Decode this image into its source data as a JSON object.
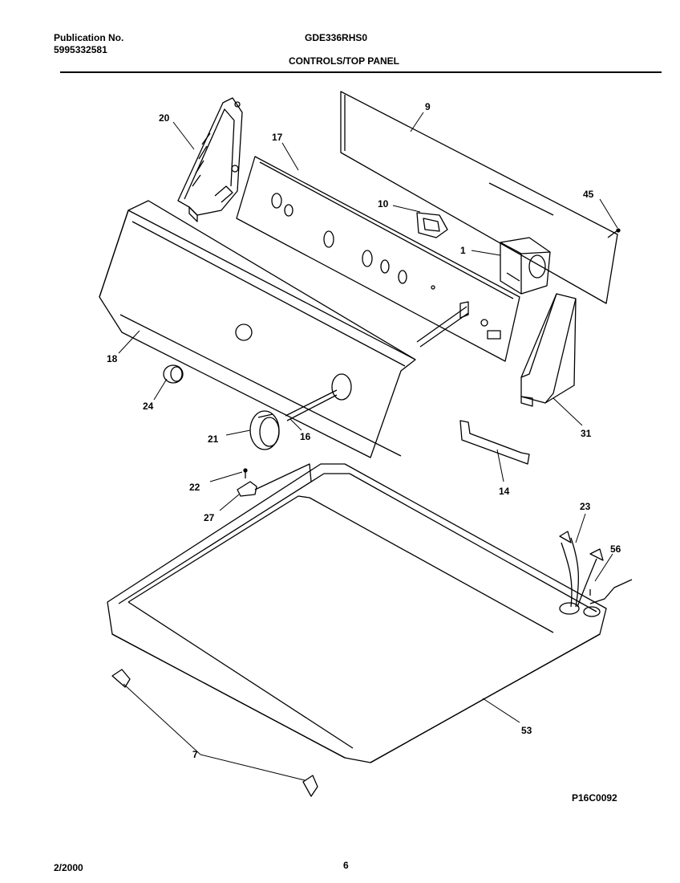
{
  "header": {
    "publication_label": "Publication No.",
    "publication_number": "5995332581",
    "model": "GDE336RHS0",
    "section_title": "CONTROLS/TOP PANEL"
  },
  "diagram": {
    "reference_code": "P16C0092",
    "callouts": [
      "20",
      "9",
      "17",
      "10",
      "45",
      "1",
      "18",
      "24",
      "21",
      "16",
      "31",
      "22",
      "27",
      "14",
      "23",
      "56",
      "53",
      "7"
    ]
  },
  "footer": {
    "date": "2/2000",
    "page_number": "6"
  }
}
